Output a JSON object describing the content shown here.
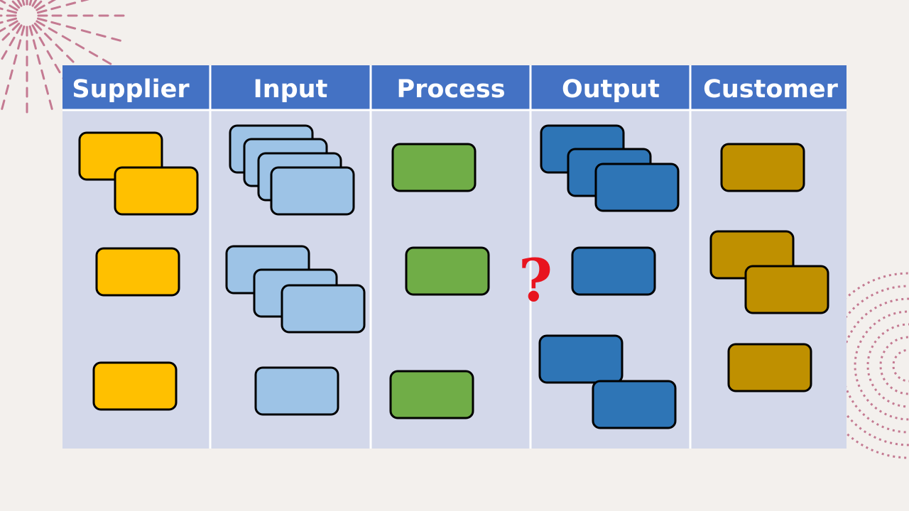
{
  "columns": [
    {
      "title": "Supplier"
    },
    {
      "title": "Input"
    },
    {
      "title": "Process"
    },
    {
      "title": "Output"
    },
    {
      "title": "Customer"
    }
  ],
  "question_mark": "?",
  "colors": {
    "slide_background": "#f3f0ed",
    "header_fill": "#4472c4",
    "body_fill": "#d3d8ea",
    "column_divider": "#ffffff",
    "supplier_box": "#ffc000",
    "input_box": "#9dc3e6",
    "process_box": "#70ad47",
    "output_box": "#2e75b6",
    "customer_box": "#bf9000",
    "question_mark": "#e8141f",
    "decoration": "#c47a92"
  }
}
